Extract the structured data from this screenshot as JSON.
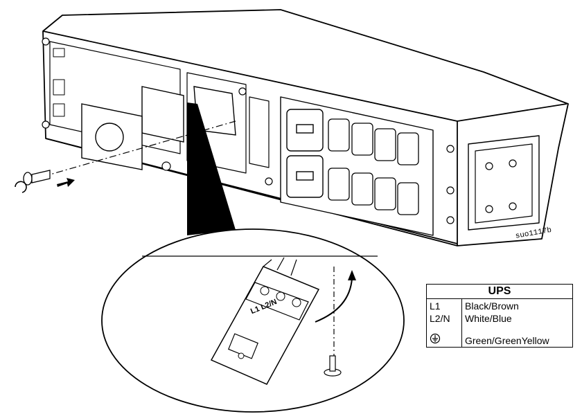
{
  "figure": {
    "code_label": "suo1117b",
    "terminal_marking": "L1 L2/N"
  },
  "legend": {
    "title": "UPS",
    "rows": [
      {
        "label": "L1",
        "value": "Black/Brown"
      },
      {
        "label": "L2/N",
        "value": "White/Blue"
      },
      {
        "label": "",
        "value": "Green/GreenYellow",
        "icon": "ground-icon"
      }
    ]
  }
}
